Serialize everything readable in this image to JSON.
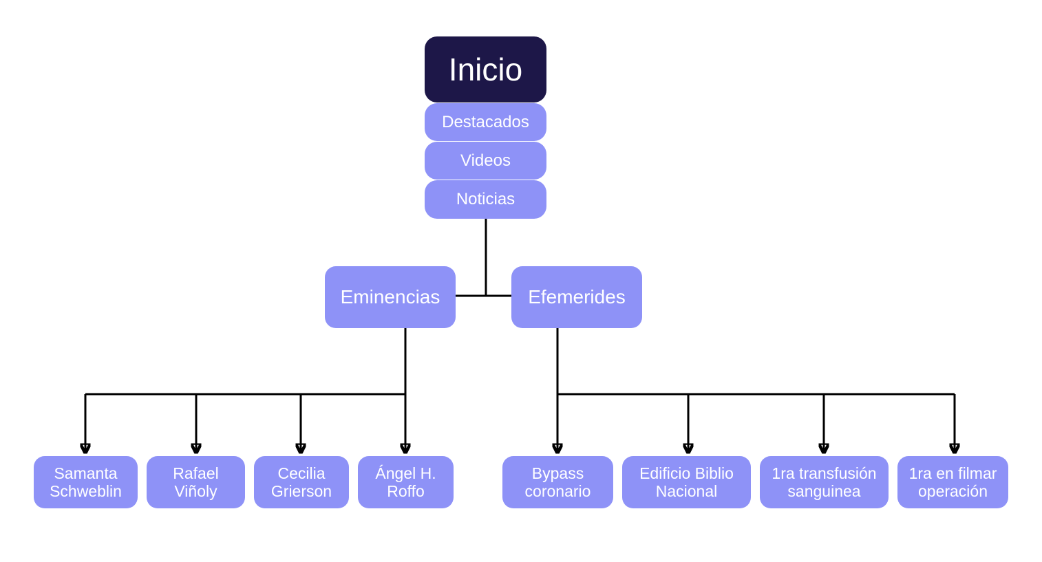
{
  "root": {
    "label": "Inicio"
  },
  "menu": [
    "Destacados",
    "Videos",
    "Noticias"
  ],
  "categories": [
    {
      "label": "Eminencias",
      "children": [
        [
          "Samanta",
          "Schweblin"
        ],
        [
          "Rafael",
          "Viñoly"
        ],
        [
          "Cecilia",
          "Grierson"
        ],
        [
          "Ángel H.",
          "Roffo"
        ]
      ]
    },
    {
      "label": "Efemerides",
      "children": [
        [
          "Bypass",
          "coronario"
        ],
        [
          "Edificio Biblio",
          "Nacional"
        ],
        [
          "1ra transfusión",
          "sanguinea"
        ],
        [
          "1ra en filmar",
          "operación"
        ]
      ]
    }
  ],
  "colors": {
    "root": "#1d1748",
    "node": "#8e92f7",
    "text": "#ffffff",
    "connector": "#000000"
  }
}
